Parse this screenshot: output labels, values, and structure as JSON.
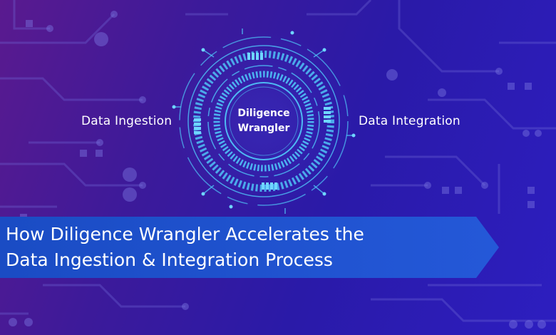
{
  "labels": {
    "left": "Data Ingestion",
    "right": "Data Integration"
  },
  "center": {
    "line1": "Diligence",
    "line2": "Wrangler"
  },
  "headline": {
    "line1": "How Diligence Wrangler Accelerates the",
    "line2": "Data Ingestion & Integration Process"
  },
  "colors": {
    "accent": "#4fc3f7",
    "banner": "#1e50c8"
  }
}
